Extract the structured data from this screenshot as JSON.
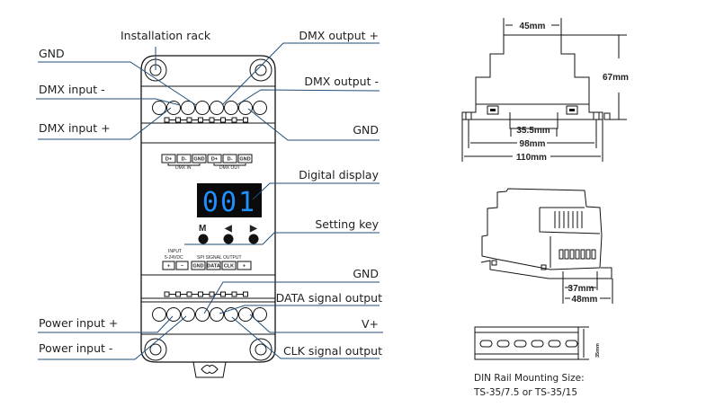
{
  "front_view": {
    "callouts_left": [
      {
        "id": "gnd-top",
        "label": "GND"
      },
      {
        "id": "dmx-input-minus",
        "label": "DMX input -"
      },
      {
        "id": "dmx-input-plus",
        "label": "DMX input +"
      },
      {
        "id": "power-input-plus",
        "label": "Power input +"
      },
      {
        "id": "power-input-minus",
        "label": "Power input -"
      }
    ],
    "callouts_right": [
      {
        "id": "dmx-output-plus",
        "label": "DMX output +"
      },
      {
        "id": "dmx-output-minus",
        "label": "DMX output -"
      },
      {
        "id": "gnd-right-top",
        "label": "GND"
      },
      {
        "id": "digital-display",
        "label": "Digital display"
      },
      {
        "id": "setting-key",
        "label": "Setting key"
      },
      {
        "id": "gnd-right-bottom",
        "label": "GND"
      },
      {
        "id": "data-signal-output",
        "label": "DATA signal output"
      },
      {
        "id": "v-plus",
        "label": "V+"
      },
      {
        "id": "clk-signal-output",
        "label": "CLK signal output"
      }
    ],
    "installation_rack_label": "Installation rack",
    "dmx_terminals": [
      "D+",
      "D-",
      "GND",
      "D+",
      "D-",
      "GND"
    ],
    "dmx_in_label": "DMX IN",
    "dmx_out_label": "DMX OUT",
    "display_value": "001",
    "display_color": "#1e90ff",
    "keys": [
      {
        "symbol": "M",
        "name": "mode"
      },
      {
        "symbol": "◀",
        "name": "left"
      },
      {
        "symbol": "▶",
        "name": "right"
      }
    ],
    "input_label": "INPUT",
    "input_voltage": "5-24VDC",
    "power_terminals": [
      "+",
      "−"
    ],
    "spi_label": "SPI SIGNAL OUTPUT",
    "spi_terminals": [
      "GND",
      "DATA",
      "CLK",
      "+"
    ]
  },
  "dimensions": {
    "top_width": "45mm",
    "height": "67mm",
    "rail_gap": "35.5mm",
    "hole_spacing": "98mm",
    "total_width": "110mm",
    "depth_inner": "37mm",
    "depth_outer": "48mm",
    "rail_height": "35mm"
  },
  "din_rail": {
    "line1": "DIN Rail Mounting Size:",
    "line2": "TS-35/7.5 or TS-35/15"
  }
}
